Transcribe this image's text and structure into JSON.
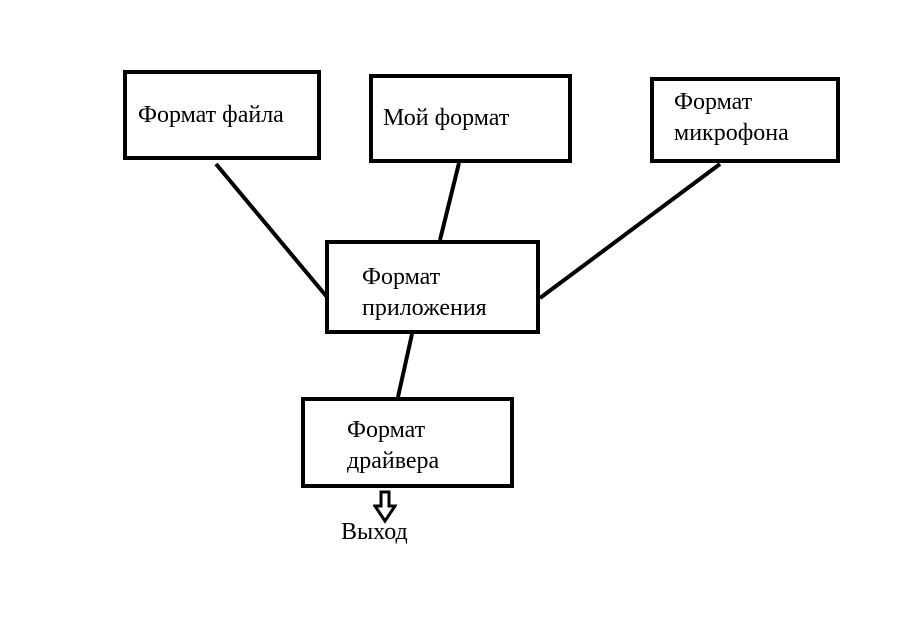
{
  "nodes": {
    "file_format": "Формат файла",
    "my_format": "Мой формат",
    "mic_format": {
      "line1": "Формат",
      "line2": "микрофона"
    },
    "app_format": {
      "line1": "Формат",
      "line2": "приложения"
    },
    "driver_format": {
      "line1": "Формат",
      "line2": "драйвера"
    }
  },
  "output": {
    "label": "Выход",
    "icon": "hollow-down-arrow"
  },
  "colors": {
    "line": "#000000",
    "background": "#ffffff"
  }
}
